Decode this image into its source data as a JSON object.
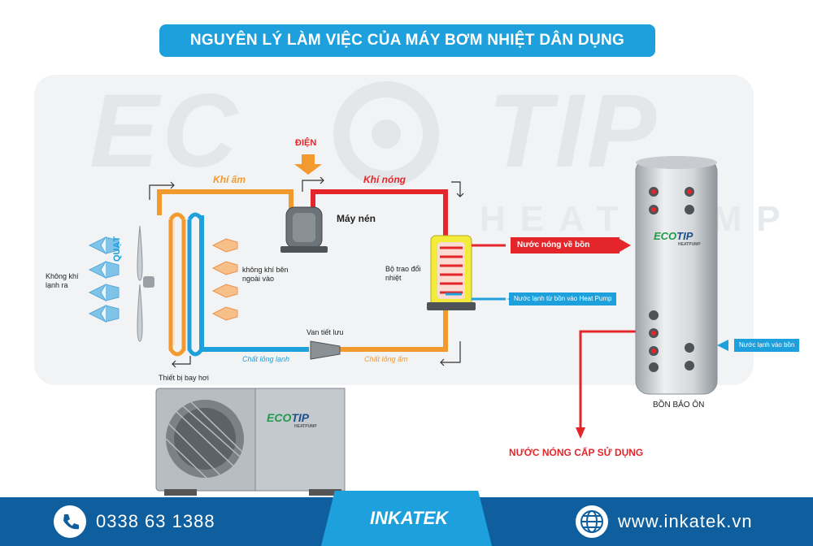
{
  "title": "NGUYÊN LÝ LÀM VIỆC CỦA MÁY BƠM NHIỆT DÂN DỤNG",
  "watermark": {
    "brand": "ECOTIP",
    "sub": "HEATPUMP"
  },
  "labels": {
    "dien": "ĐIỆN",
    "khi_am": "Khí ấm",
    "khi_nong": "Khí nóng",
    "may_nen": "Máy nén",
    "quat": "QUẠT",
    "khong_khi_lanh_ra": "Không khí lạnh ra",
    "khong_khi_ben_ngoai_vao": "không khí bên ngoài vào",
    "bo_trao_doi_nhiet": "Bộ trao đổi nhiệt",
    "van_tiet_luu": "Van tiết lưu",
    "chat_long_lanh": "Chất lỏng lạnh",
    "chat_long_am": "Chất lỏng ấm",
    "thiet_bi_bay_hoi": "Thiết bị bay hơi",
    "nuoc_nong_ve_bon": "Nước nóng về bồn",
    "nuoc_lanh_tu_bon": "Nước lạnh từ bồn vào Heat Pump",
    "nuoc_lanh_vao_bon": "Nước lạnh vào bồn",
    "bon_bao_on": "BỒN BẢO ÔN",
    "nuoc_nong_cap": "NƯỚC NÓNG CẤP SỬ DỤNG"
  },
  "unit_logo": {
    "eco": "ECO",
    "tip": "TIP",
    "sub": "HEATPUMP"
  },
  "footer": {
    "phone": "0338 63 1388",
    "brand": "INKATEK",
    "website": "www.inkatek.vn"
  },
  "colors": {
    "blue": "#1ea0dc",
    "orange": "#f39a2f",
    "red": "#e4262b",
    "green": "#1f9a4a",
    "footer": "#0f5f9e"
  }
}
